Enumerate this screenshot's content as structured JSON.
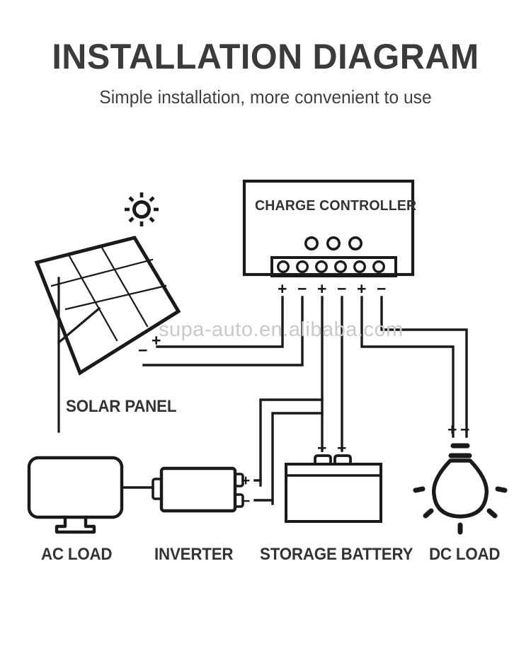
{
  "header": {
    "title": "INSTALLATION DIAGRAM",
    "subtitle": "Simple installation, more convenient to use"
  },
  "watermark": {
    "text": "supa-auto.en.alibaba.com",
    "color": "#c9c9c9"
  },
  "colors": {
    "background": "#ffffff",
    "stroke": "#1a1a1a",
    "title": "#3b3b3b",
    "label": "#333333",
    "watermark": "#c9c9c9"
  },
  "diagram": {
    "type": "solar-power-system-wiring",
    "controller": {
      "label": "CHARGE CONTROLLER",
      "indicator_leds": 3,
      "terminal_block_ports": 6,
      "terminal_polarity": [
        "+",
        "−",
        "+",
        "−",
        "+",
        "−"
      ],
      "terminal_pairs": [
        {
          "name": "solar-input",
          "polarity": [
            "+",
            "−"
          ]
        },
        {
          "name": "battery-output",
          "polarity": [
            "+",
            "−"
          ]
        },
        {
          "name": "dc-load-output",
          "polarity": [
            "+",
            "−"
          ]
        }
      ]
    },
    "components": [
      {
        "id": "solar-panel",
        "label": "SOLAR PANEL",
        "icon": "tilted-pv-panel-3x3-grid-with-stand",
        "terminals": [
          "+",
          "−"
        ]
      },
      {
        "id": "ac-load",
        "label": "AC LOAD",
        "icon": "monitor-display",
        "terminals": []
      },
      {
        "id": "inverter",
        "label": "INVERTER",
        "icon": "rounded-box-with-side-tabs",
        "terminals": [
          "+",
          "−"
        ]
      },
      {
        "id": "storage-battery",
        "label": "STORAGE BATTERY",
        "icon": "battery-with-two-posts",
        "terminals": [
          "+",
          "−"
        ]
      },
      {
        "id": "dc-load",
        "label": "DC LOAD",
        "icon": "light-bulb-with-rays",
        "terminals": [
          "+",
          "−"
        ]
      }
    ],
    "sun": {
      "icon": "sun-with-rays",
      "rays": 8
    },
    "connections": [
      {
        "from": "solar-panel",
        "to": "controller.solar-input"
      },
      {
        "from": "controller.battery-output",
        "to": "storage-battery"
      },
      {
        "from": "controller.battery-output",
        "to": "inverter"
      },
      {
        "from": "inverter",
        "to": "ac-load"
      },
      {
        "from": "controller.dc-load-output",
        "to": "dc-load"
      }
    ]
  },
  "signs": {
    "plus": "+",
    "minus": "−"
  }
}
